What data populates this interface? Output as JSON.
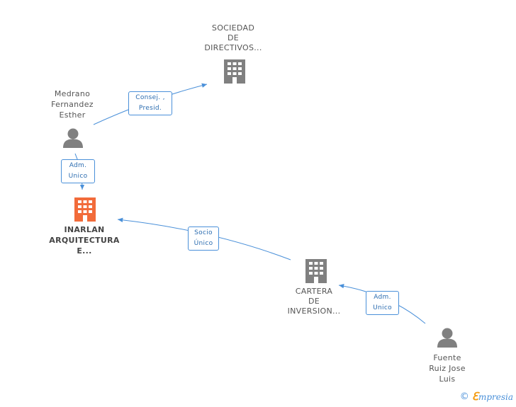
{
  "nodes": {
    "sociedad": {
      "lines": [
        "SOCIEDAD",
        "DE",
        "DIRECTIVOS..."
      ]
    },
    "medrano": {
      "lines": [
        "Medrano",
        "Fernandez",
        "Esther"
      ]
    },
    "inarlan": {
      "lines": [
        "INARLAN",
        "ARQUITECTURA",
        "E..."
      ]
    },
    "cartera": {
      "lines": [
        "CARTERA",
        "DE",
        "INVERSION..."
      ]
    },
    "fuente": {
      "lines": [
        "Fuente",
        "Ruiz Jose",
        "Luis"
      ]
    }
  },
  "relations": {
    "consej": {
      "lines": [
        "Consej. ,",
        "Presid."
      ]
    },
    "adm_unico_1": {
      "lines": [
        "Adm.",
        "Unico"
      ]
    },
    "socio_unico": {
      "lines": [
        "Socio",
        "Único"
      ]
    },
    "adm_unico_2": {
      "lines": [
        "Adm.",
        "Unico"
      ]
    }
  },
  "colors": {
    "company": "#808080",
    "company_main": "#f26b3a",
    "person": "#808080",
    "edge": "#4a90d9"
  },
  "footer": {
    "copyright": "©",
    "brand_initial": "ℇ",
    "brand_name": "mpresia"
  }
}
